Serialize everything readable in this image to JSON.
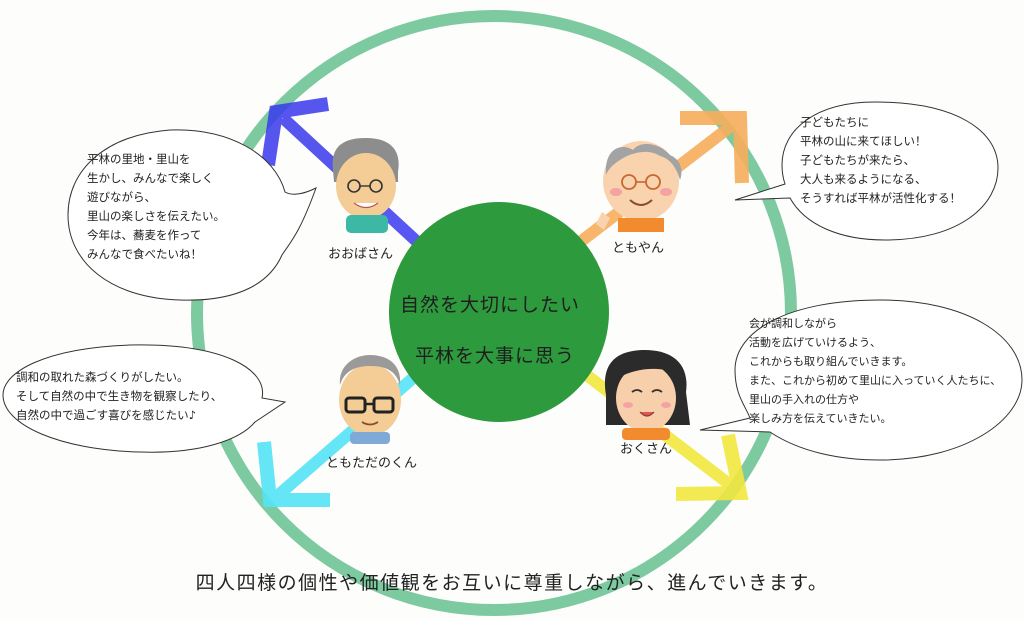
{
  "center": {
    "line1": "自然を大切にしたい",
    "line2": "平林を大事に思う"
  },
  "people": [
    {
      "label": "おおばさん",
      "arrow_color": "#3333ee",
      "speech": [
        "平林の里地・里山を",
        "生かし、みんなで楽しく",
        "遊びながら、",
        "里山の楽しさを伝えたい。",
        "今年は、蕎麦を作って",
        "みんなで食べたいね！"
      ]
    },
    {
      "label": "ともやん",
      "arrow_color": "#f7ae5c",
      "speech": [
        "子どもたちに",
        "平林の山に来てほしい！",
        "子どもたちが来たら、",
        "大人も来るようになる、",
        "そうすれば平林が活性化する！"
      ]
    },
    {
      "label": "ともただのくん",
      "arrow_color": "#55e4f7",
      "speech": [
        "調和の取れた森づくりがしたい。",
        "そして自然の中で生き物を観察したり、",
        "自然の中で過ごす喜びを感じたい♪"
      ]
    },
    {
      "label": "おくさん",
      "arrow_color": "#f2e840",
      "speech": [
        "会が調和しながら",
        "活動を広げていけるよう、",
        "これからも取り組んでいきます。",
        "また、これから初めて里山に入っていく人たちに、",
        "里山の手入れの仕方や",
        "楽しみ方を伝えていきたい。"
      ]
    }
  ],
  "footer": "四人四様の個性や価値観をお互いに尊重しながら、進んでいきます。",
  "colors": {
    "ring": "#7dc9a0",
    "center_circle": "#2e9a3e",
    "background": "#fdfdfb"
  }
}
